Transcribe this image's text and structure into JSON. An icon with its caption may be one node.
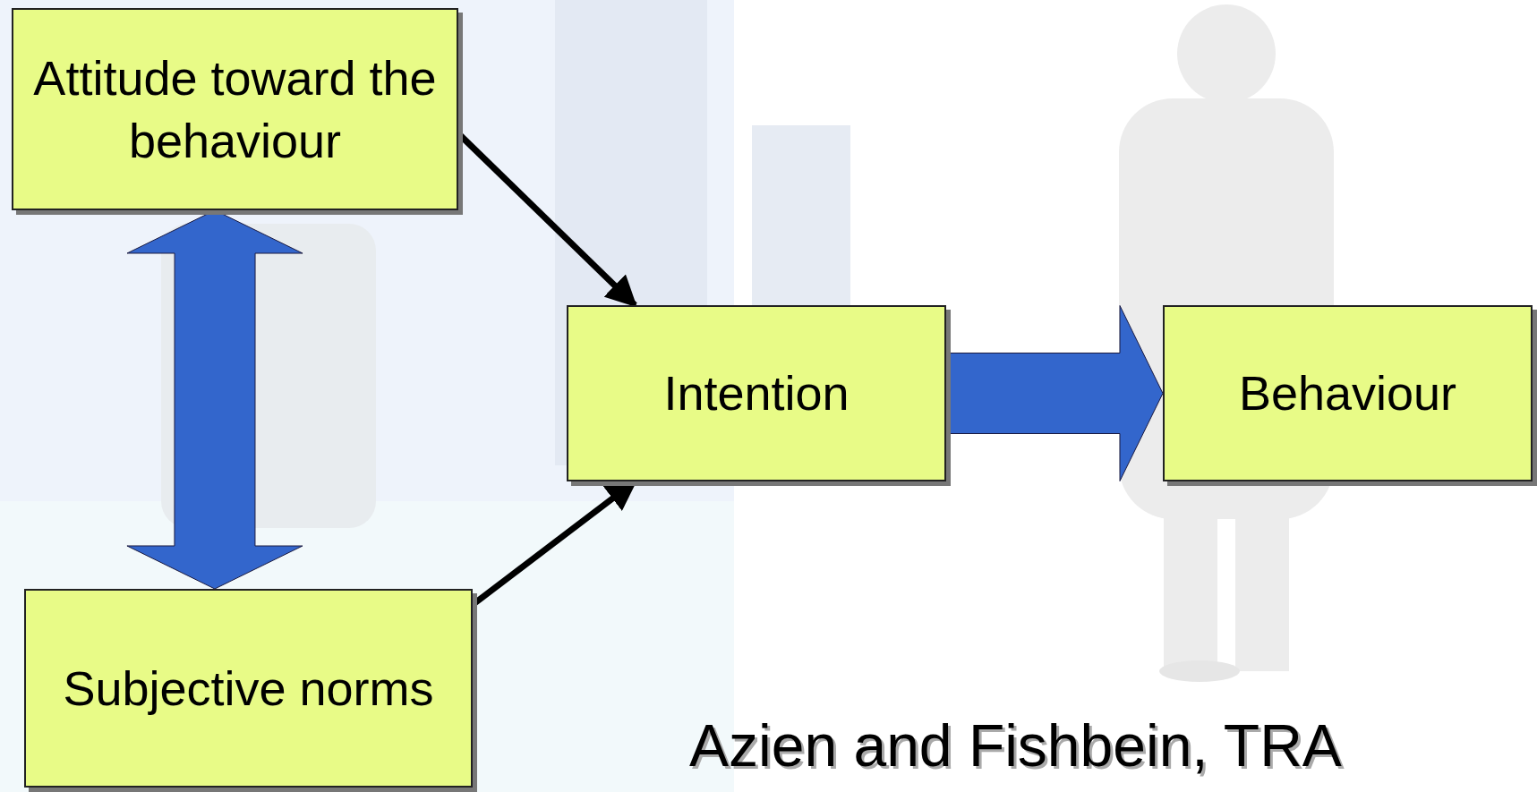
{
  "diagram": {
    "nodes": [
      {
        "text": [
          "Attitude toward the behaviour"
        ]
      },
      {
        "text": [
          "Subjective norms"
        ]
      },
      {
        "text": [
          "Intention"
        ]
      },
      {
        "text": [
          "Behaviour"
        ]
      }
    ],
    "edges": [
      {
        "from": 0,
        "to": 2,
        "arrow": "to"
      },
      {
        "from": 1,
        "to": 2,
        "arrow": "to"
      },
      {
        "from": 0,
        "to": 1,
        "arrow": "both",
        "style": "thick",
        "color": "#3366cc"
      },
      {
        "from": 2,
        "to": 3,
        "arrow": "to",
        "style": "thick",
        "color": "#3366cc"
      }
    ],
    "labels": [
      "Azien and Fishbein, TRA"
    ]
  }
}
